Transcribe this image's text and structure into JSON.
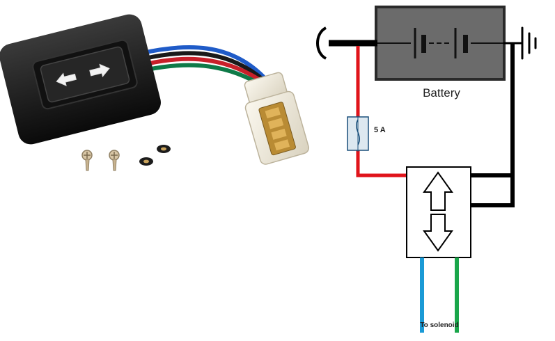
{
  "labels": {
    "battery": "Battery",
    "fuse": "5 A",
    "to_solenoid": "To solenoid"
  },
  "colors": {
    "wire_red": "#e0141b",
    "wire_black": "#000000",
    "wire_blue": "#1a9ad6",
    "wire_green": "#1aa64a",
    "battery_fill": "#6b6b6b",
    "fuse_fill": "#dde8f0",
    "switch_body": "#1a1a1a",
    "connector": "#efe9da",
    "pin_brass": "#c89a3c"
  },
  "icons": {
    "switch_arrows": "left-right-arrow-icon",
    "switch_symbol": "up-down-arrow-icon",
    "ground": "ground-icon",
    "fuse": "fuse-icon"
  }
}
